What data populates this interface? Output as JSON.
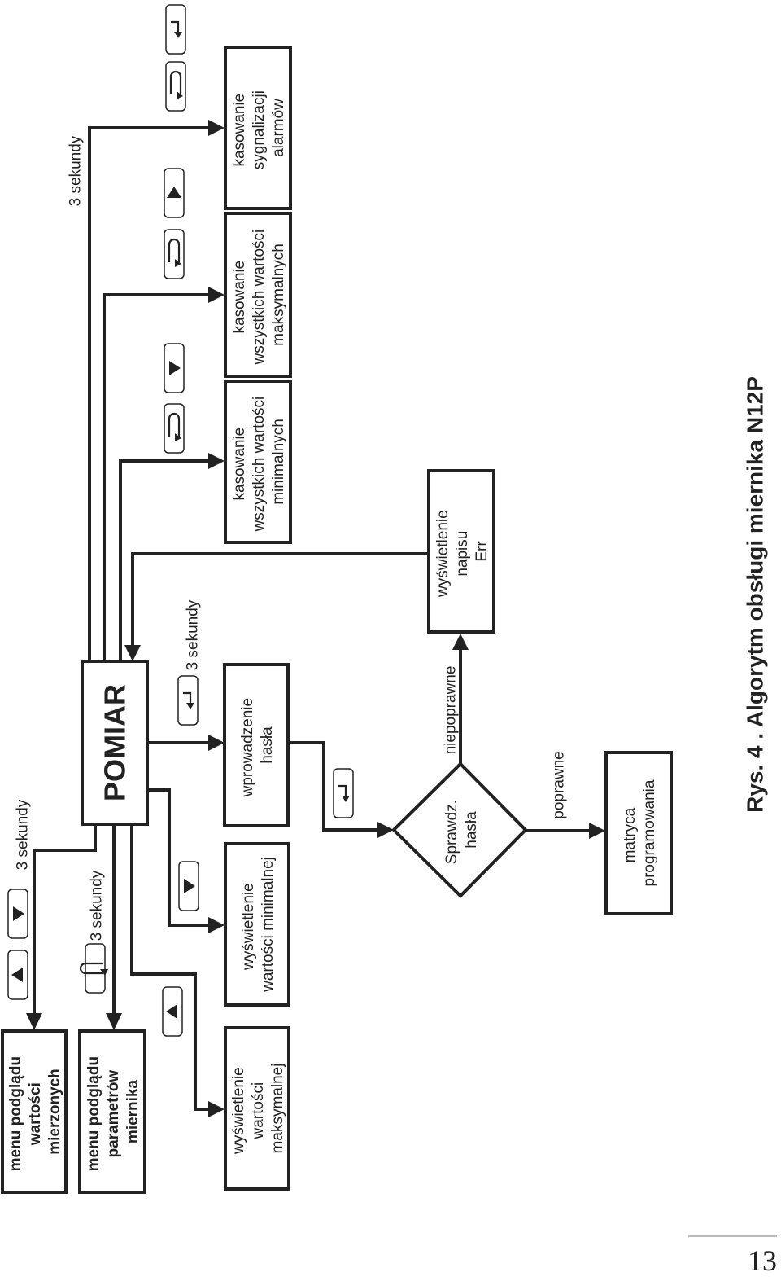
{
  "nodes": {
    "pomiar": "POMIAR",
    "menu_mierzonych": [
      "menu podglądu",
      "wartości",
      "mierzonych"
    ],
    "menu_parametrow": [
      "menu podglądu",
      "parametrów",
      "miernika"
    ],
    "wysw_max": [
      "wyświetlenie",
      "wartości",
      "maksymalnej"
    ],
    "wysw_min": [
      "wyświetlenie",
      "wartości minimalnej"
    ],
    "wprowadzenie": [
      "wprowadzenie",
      "hasła"
    ],
    "sprawdz": [
      "Sprawdz.",
      "hasła"
    ],
    "matryca": [
      "matryca",
      "programowania"
    ],
    "err": [
      "wyświetlenie",
      "napisu",
      "Err"
    ],
    "kas_min": [
      "kasowanie",
      "wszystkich wartości",
      "minimalnych"
    ],
    "kas_max": [
      "kasowanie",
      "wszystkich wartości",
      "maksymalnych"
    ],
    "kas_alarm": [
      "kasowanie",
      "sygnalizacji",
      "alarmów"
    ]
  },
  "labels": {
    "sekundy_1": "3 sekundy",
    "sekundy_2": "3 sekundy",
    "sekundy_3": "3 sekundy",
    "sekundy_4": "3 sekundy",
    "niepoprawne": "niepoprawne",
    "poprawne": "poprawne"
  },
  "icons": {
    "key_left": "left-arrow-key-icon",
    "key_right": "right-arrow-key-icon",
    "key_enter": "enter-key-icon",
    "key_return": "return-loop-key-icon"
  },
  "caption": "Rys. 4 . Algorytm obsługi miernika N12P",
  "page_number": "13"
}
